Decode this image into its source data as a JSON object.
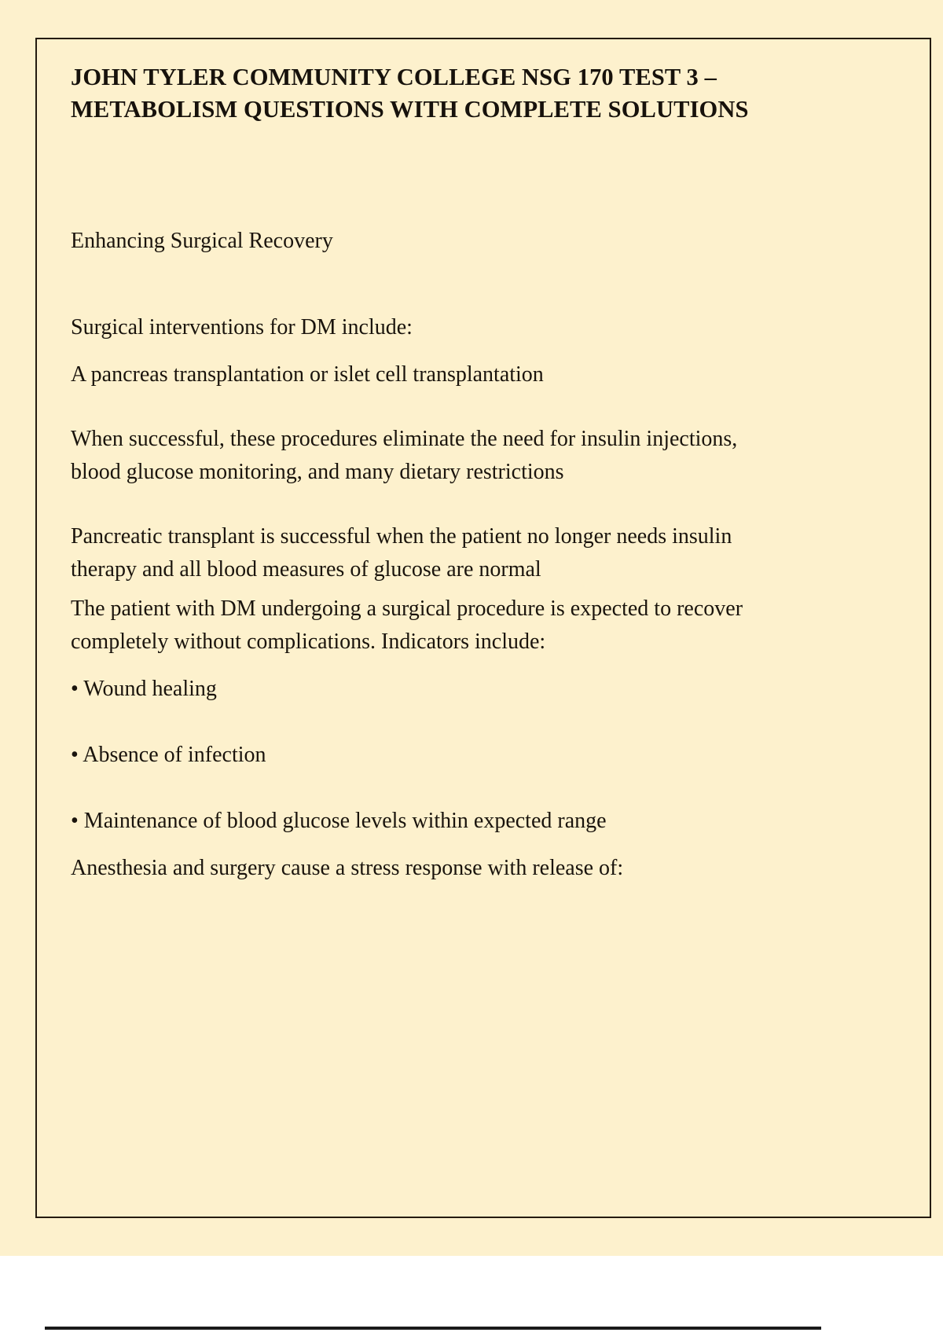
{
  "document": {
    "title": "JOHN TYLER COMMUNITY COLLEGE NSG 170 TEST 3 – METABOLISM QUESTIONS WITH COMPLETE SOLUTIONS",
    "section_heading": "Enhancing Surgical Recovery",
    "paragraphs": {
      "p1": "Surgical interventions for DM include:",
      "p2": "A pancreas transplantation or islet cell transplantation",
      "p3": "When successful, these procedures eliminate the need for insulin injections, blood glucose monitoring, and many dietary restrictions",
      "p4": "Pancreatic transplant is successful when the patient no longer needs insulin therapy and all blood measures of glucose are normal",
      "p5": "The patient with DM undergoing a surgical procedure is expected to recover completely without complications. Indicators include:",
      "p6": "Anesthesia and surgery cause a stress response with release of:"
    },
    "bullets": [
      "• Wound healing",
      "• Absence of infection",
      "• Maintenance of blood glucose levels within expected range"
    ],
    "colors": {
      "page_background": "#fdf1cd",
      "border": "#241b10",
      "text": "#1a140d",
      "outside_background": "#ffffff"
    }
  }
}
